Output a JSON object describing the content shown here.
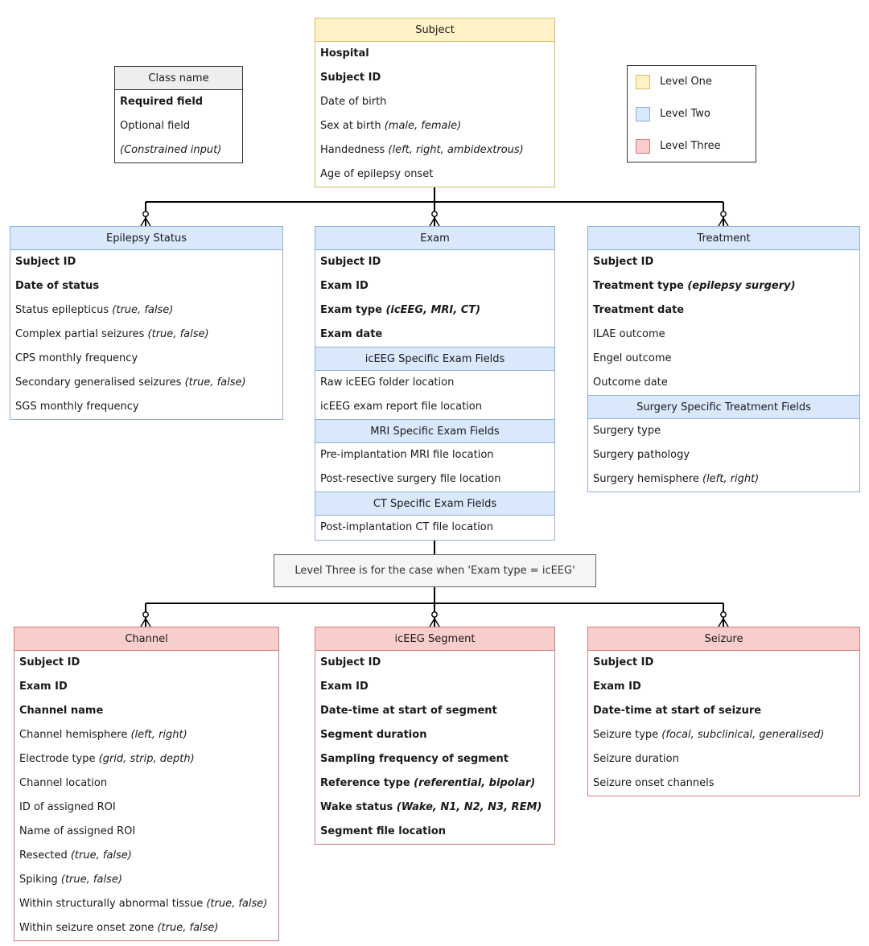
{
  "key_box": {
    "header": "Class name",
    "rows": [
      {
        "text": "Required field",
        "req": true
      },
      {
        "text": "Optional field"
      },
      {
        "text": "",
        "note": "(Constrained input)"
      }
    ]
  },
  "legend": [
    {
      "label": "Level One",
      "color": "#fff2c6"
    },
    {
      "label": "Level Two",
      "color": "#dae8fc"
    },
    {
      "label": "Level Three",
      "color": "#f8cecc"
    }
  ],
  "subject": {
    "header": "Subject",
    "rows": [
      {
        "text": "Hospital",
        "req": true
      },
      {
        "text": "Subject ID",
        "req": true
      },
      {
        "text": "Date of birth"
      },
      {
        "text": "Sex at birth ",
        "note": "(male, female)"
      },
      {
        "text": "Handedness ",
        "note": "(left, right, ambidextrous)"
      },
      {
        "text": "Age of epilepsy onset"
      }
    ]
  },
  "epilepsy_status": {
    "header": "Epilepsy Status",
    "rows": [
      {
        "text": "Subject ID",
        "req": true
      },
      {
        "text": "Date of status",
        "req": true
      },
      {
        "text": "Status epilepticus ",
        "note": "(true, false)"
      },
      {
        "text": "Complex partial seizures ",
        "note": "(true, false)"
      },
      {
        "text": "CPS monthly frequency"
      },
      {
        "text": "Secondary generalised seizures ",
        "note": "(true, false)"
      },
      {
        "text": "SGS monthly frequency"
      }
    ]
  },
  "exam": {
    "header": "Exam",
    "rows": [
      {
        "text": "Subject ID",
        "req": true
      },
      {
        "text": "Exam ID",
        "req": true
      },
      {
        "text": "Exam type ",
        "note": "(icEEG, MRI, CT)",
        "req": true
      },
      {
        "text": "Exam date",
        "req": true
      },
      {
        "text": "icEEG Specific Exam Fields",
        "section": true
      },
      {
        "text": "Raw icEEG folder location"
      },
      {
        "text": "icEEG exam report file location"
      },
      {
        "text": "MRI Specific Exam Fields",
        "section": true
      },
      {
        "text": "Pre-implantation MRI file location"
      },
      {
        "text": "Post-resective surgery file location"
      },
      {
        "text": "CT Specific Exam Fields",
        "section": true
      },
      {
        "text": "Post-implantation CT file location"
      }
    ]
  },
  "treatment": {
    "header": "Treatment",
    "rows": [
      {
        "text": "Subject ID",
        "req": true
      },
      {
        "text": "Treatment type ",
        "note": "(epilepsy surgery)",
        "req": true
      },
      {
        "text": "Treatment date",
        "req": true
      },
      {
        "text": "ILAE outcome"
      },
      {
        "text": "Engel outcome"
      },
      {
        "text": "Outcome date"
      },
      {
        "text": "Surgery Specific Treatment  Fields",
        "section": true
      },
      {
        "text": "Surgery type"
      },
      {
        "text": "Surgery pathology"
      },
      {
        "text": "Surgery hemisphere ",
        "note": "(left, right)"
      }
    ]
  },
  "note": "Level Three is for the case when 'Exam type = icEEG'",
  "channel": {
    "header": "Channel",
    "rows": [
      {
        "text": "Subject ID",
        "req": true
      },
      {
        "text": "Exam ID",
        "req": true
      },
      {
        "text": "Channel name",
        "req": true
      },
      {
        "text": "Channel hemisphere ",
        "note": "(left, right)"
      },
      {
        "text": "Electrode type ",
        "note": "(grid, strip, depth)"
      },
      {
        "text": "Channel location"
      },
      {
        "text": "ID of assigned ROI"
      },
      {
        "text": "Name of assigned ROI"
      },
      {
        "text": "Resected ",
        "note": "(true, false)"
      },
      {
        "text": "Spiking ",
        "note": "(true, false)"
      },
      {
        "text": "Within structurally abnormal tissue ",
        "note": "(true, false)"
      },
      {
        "text": "Within seizure onset zone ",
        "note": "(true, false)"
      }
    ]
  },
  "segment": {
    "header": "icEEG Segment",
    "rows": [
      {
        "text": "Subject ID",
        "req": true
      },
      {
        "text": "Exam ID",
        "req": true
      },
      {
        "text": "Date-time at start of segment",
        "req": true
      },
      {
        "text": "Segment duration",
        "req": true
      },
      {
        "text": "Sampling frequency of segment",
        "req": true
      },
      {
        "text": "Reference type ",
        "note": "(referential, bipolar)",
        "req": true
      },
      {
        "text": "Wake status ",
        "note": "(Wake, N1, N2, N3, REM)",
        "req": true
      },
      {
        "text": "Segment file location",
        "req": true
      }
    ]
  },
  "seizure": {
    "header": "Seizure",
    "rows": [
      {
        "text": "Subject ID",
        "req": true
      },
      {
        "text": "Exam ID",
        "req": true
      },
      {
        "text": "Date-time at start of seizure",
        "req": true
      },
      {
        "text": "Seizure type ",
        "note": "(focal, subclinical, generalised)"
      },
      {
        "text": "Seizure duration"
      },
      {
        "text": "Seizure onset channels"
      }
    ]
  }
}
